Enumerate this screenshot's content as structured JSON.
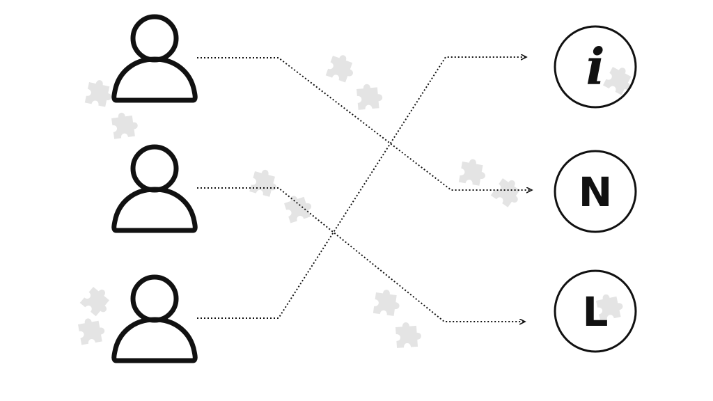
{
  "diagram": {
    "sources": [
      {
        "icon": "person-icon"
      },
      {
        "icon": "person-icon"
      },
      {
        "icon": "person-icon"
      }
    ],
    "targets": [
      {
        "icon": "info-icon",
        "label": "i"
      },
      {
        "icon": "letter-n-icon",
        "label": "N"
      },
      {
        "icon": "letter-l-icon",
        "label": "L"
      }
    ],
    "connections": [
      {
        "from": 1,
        "to": 2
      },
      {
        "from": 2,
        "to": 3
      },
      {
        "from": 3,
        "to": 1
      }
    ],
    "line_style": "dotted-arrow",
    "background_decoration": "puzzle-piece-icon",
    "colors": {
      "ink": "#111111",
      "background": "#ffffff",
      "decoration": "#e4e4e4"
    }
  }
}
